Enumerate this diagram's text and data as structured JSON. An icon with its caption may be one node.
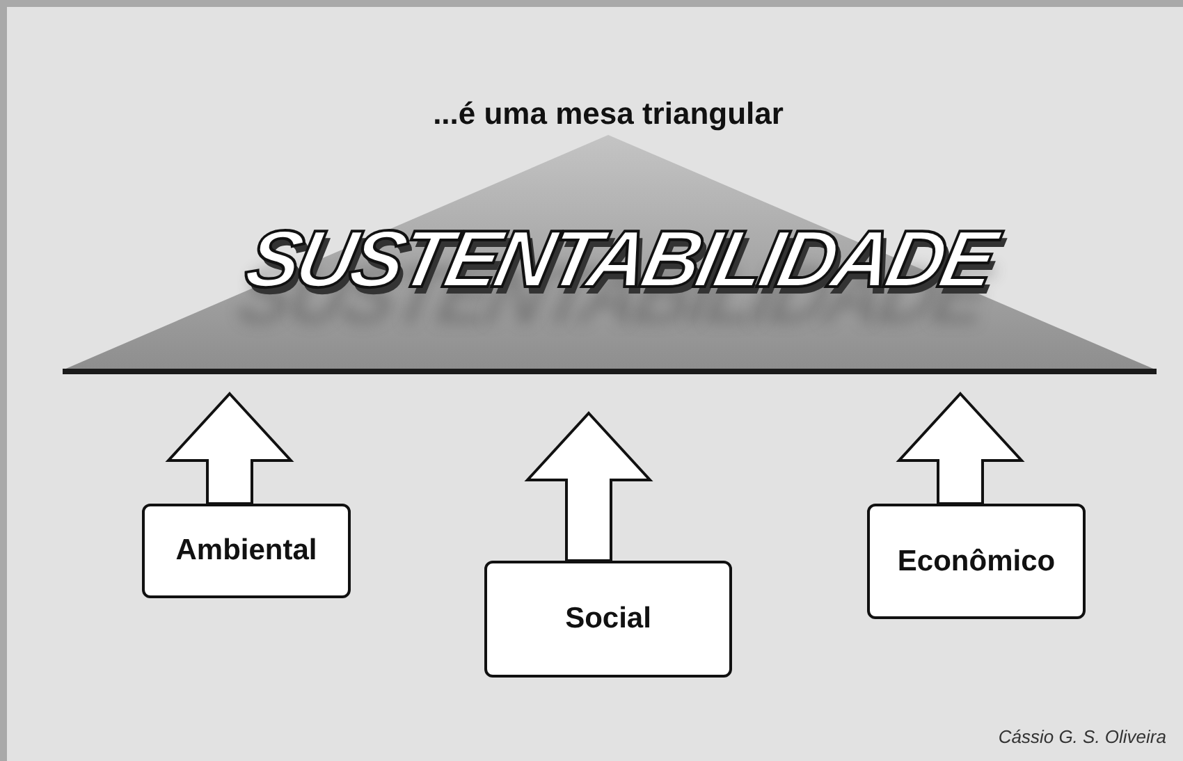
{
  "diagram": {
    "title": "...é uma mesa triangular",
    "nodes": [
      {
        "text": [
          "SUSTENTABILIDADE"
        ]
      },
      {
        "text": [
          "Ambiental"
        ]
      },
      {
        "text": [
          "Social"
        ]
      },
      {
        "text": [
          "Econômico"
        ]
      }
    ],
    "edges": [
      {
        "from": 1,
        "to": 0,
        "arrow": "to",
        "style": "thick"
      },
      {
        "from": 2,
        "to": 0,
        "arrow": "to",
        "style": "thick"
      },
      {
        "from": 3,
        "to": 0,
        "arrow": "to",
        "style": "thick"
      }
    ],
    "labels": [
      "Cássio G. S. Oliveira"
    ]
  }
}
